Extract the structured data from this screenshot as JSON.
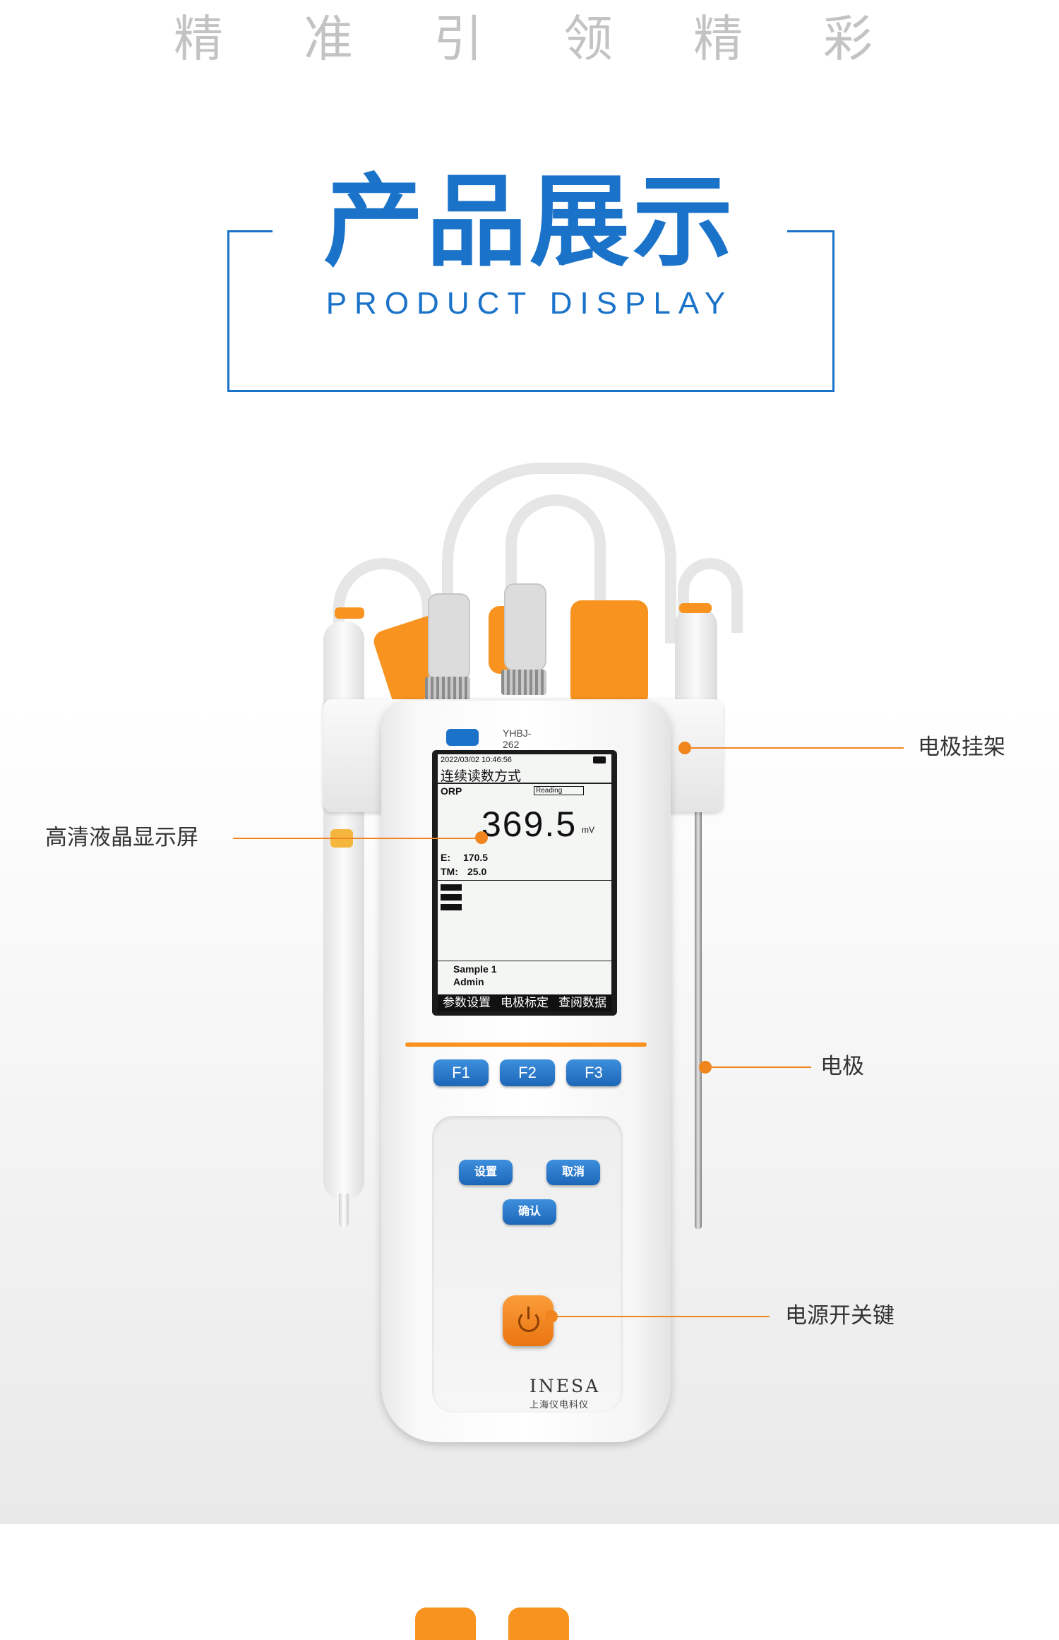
{
  "slogan": [
    "精",
    "准",
    "引",
    "领",
    "精",
    "彩"
  ],
  "section": {
    "title_cn": "产品展示",
    "title_en": "PRODUCT DISPLAY"
  },
  "callouts": {
    "electrode_holder": "电极挂架",
    "lcd_screen": "高清液晶显示屏",
    "electrode": "电极",
    "power_key": "电源开关键"
  },
  "device": {
    "model": "YHBJ-262",
    "screen": {
      "datetime": "2022/03/02 10:46:56",
      "mode": "连续读数方式",
      "parameter": "ORP",
      "status": "Reading",
      "main_value": "369.5",
      "main_unit": "mV",
      "e_label": "E:",
      "e_value": "170.5",
      "tm_label": "TM:",
      "tm_value": "25.0",
      "sample": "Sample 1",
      "user": "Admin",
      "tabs": [
        "参数设置",
        "电极标定",
        "查阅数据"
      ]
    },
    "function_keys": [
      "F1",
      "F2",
      "F3"
    ],
    "keys": {
      "settings": "设置",
      "cancel": "取消",
      "confirm": "确认"
    },
    "maker": "INESA",
    "maker_sub": "上海仪电科仪"
  },
  "colors": {
    "brand_blue": "#1a73c9",
    "accent_orange": "#f0851e",
    "slogan_gray": "#c3c3c3"
  }
}
